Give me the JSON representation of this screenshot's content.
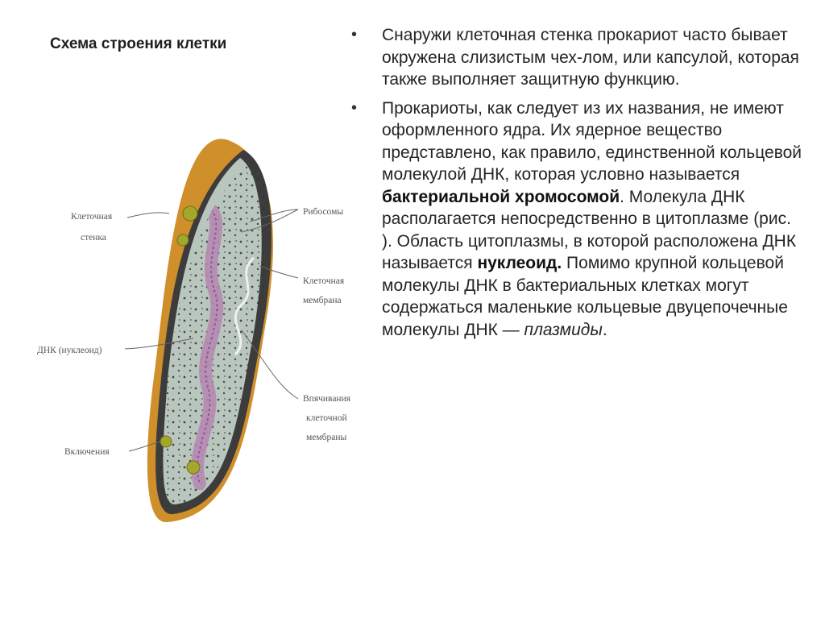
{
  "title": "Схема строения клетки",
  "diagram": {
    "labels": {
      "cell_wall_1": "Клеточная",
      "cell_wall_2": "стенка",
      "ribosomes": "Рибосомы",
      "membrane_1": "Клеточная",
      "membrane_2": "мембрана",
      "dna": "ДНК (нуклеоид)",
      "invag_1": "Впячивания",
      "invag_2": "клеточной",
      "invag_3": "мембраны",
      "inclusions": "Включения"
    },
    "colors": {
      "capsule": "#cf8f2a",
      "wall": "#3a3a3a",
      "cytoplasm": "#b9c6bd",
      "nucleoid": "#b689b3",
      "inclusion": "#a4a82a"
    }
  },
  "bullets": {
    "bullet_symbol": "•",
    "b1": "Снаружи клеточная стенка прокариот часто бывает окружена слизистым чех-лом, или капсулой, которая также выполняет защитную функцию.",
    "b2_part1": "Прокариоты, как следует из их названия, не имеют оформленного ядра. Их ядерное вещество представлено, как правило, единственной кольцевой молекулой ДНК, которая условно называется ",
    "b2_bold1": "бактериальной хромосомой",
    "b2_part2": ". Молекула ДНК располагается непосредственно в цитоплазме (рис. ). Область цитоплазмы, в которой расположена ДНК называется ",
    "b2_bold2": "нуклеоид.",
    "b2_part3": " Помимо крупной кольцевой молекулы ДНК в бактериальных клетках могут содержаться маленькие кольцевые двуцепочечные молекулы ДНК — ",
    "b2_italic": "плазмиды",
    "b2_end": "."
  }
}
